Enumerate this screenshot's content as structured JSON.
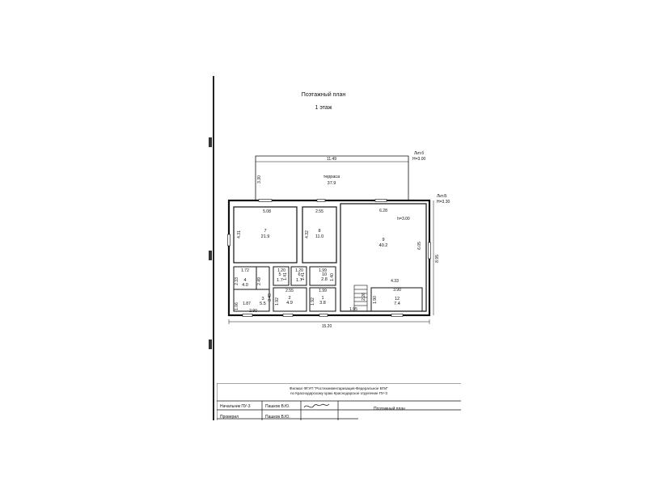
{
  "document": {
    "title": "Поэтажный план",
    "floor": "1 этаж"
  },
  "plan": {
    "terrace": {
      "name": "терраса",
      "area": "37.9"
    },
    "lit_top": {
      "lit": "Лит.б",
      "height": "Н=3.00"
    },
    "lit_right": {
      "lit": "Лит.Б",
      "height": "Н=3.30"
    },
    "rooms": [
      {
        "num": "7",
        "area": "21.9"
      },
      {
        "num": "8",
        "area": "11.0"
      },
      {
        "num": "9",
        "area": "40.2"
      },
      {
        "num": "4",
        "area": "4.0"
      },
      {
        "num": "3",
        "area": "5.5"
      },
      {
        "num": "2",
        "area": "4.9"
      },
      {
        "num": "1",
        "area": "3.8"
      },
      {
        "num": "10",
        "area": "2.8"
      },
      {
        "num": "5",
        "area": "1.7"
      },
      {
        "num": "6",
        "area": "1.7"
      },
      {
        "num": "12",
        "area": "7.4"
      }
    ],
    "dims": {
      "terrace_width": "11.49",
      "terrace_depth": "3.30",
      "r7_width": "5.08",
      "r7_height": "4.31",
      "r8_width": "2.55",
      "r8_height": "4.32",
      "r9_width": "6.28",
      "r9_h": "h=3.00",
      "r9_height": "6.05",
      "total_height": "8.95",
      "r4_w": "1.72",
      "r4_h": "2.33",
      "r4_h2": "2.49",
      "r5_w": "1.20",
      "r6_w": "1.20",
      "r5_h": "1.41",
      "r6_h": "1.41",
      "r10_w": "1.99",
      "r10_h": "1.40",
      "r3_h": "3.49",
      "r2_w": "2.55",
      "r2_h": "1.92",
      "r1_w": "1.99",
      "r1_h": "1.92",
      "r3_w": "1.87",
      "r3_h2": "1.06",
      "r3_total": "2.90",
      "r12_w": "3.90",
      "r12_h": "1.90",
      "r12_top": "4.33",
      "stair_h": "2.26",
      "stair_w": "1.95",
      "total_width": "15.20"
    }
  },
  "stamp": {
    "org_line1": "Филиал ФГУП \"Ростехинвентаризация-Федеральное БТИ\"",
    "org_line2": "по Краснодарскому краю Краснодарское отделение ПУ-3",
    "row1_role": "Начальник ПУ-3",
    "row1_name": "Пашков В.Ю.",
    "row2_role": "Проверил",
    "row2_name": "Пашков В.Ю.",
    "doc_title": "Поэтажный план"
  }
}
